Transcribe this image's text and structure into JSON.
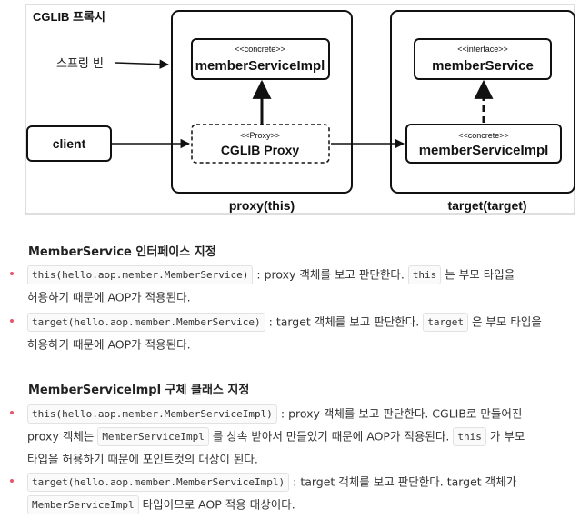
{
  "diagram": {
    "frame_title": "CGLIB 프록시",
    "spring_bean_label": "스프링 빈",
    "client_label": "client",
    "proxy_box": {
      "stereotype": "<<Proxy>>",
      "name": "CGLIB Proxy"
    },
    "concrete_box_top": {
      "stereotype": "<<concrete>>",
      "name": "memberServiceImpl"
    },
    "proxy_container_label": "proxy(this)",
    "interface_box": {
      "stereotype": "<<interface>>",
      "name": "memberService"
    },
    "target_impl_box": {
      "stereotype": "<<concrete>>",
      "name": "memberServiceImpl"
    },
    "target_container_label": "target(target)"
  },
  "sections": [
    {
      "heading": "MemberService 인터페이스 지정",
      "bullets": [
        {
          "line1": [
            {
              "code": "this(hello.aop.member.MemberService)"
            },
            {
              "text": " : proxy 객체를 보고 판단한다. "
            },
            {
              "code": "this"
            },
            {
              "text": " 는 부모 타입을"
            }
          ],
          "line2": [
            {
              "text": "허용하기 때문에 AOP가 적용된다."
            }
          ]
        },
        {
          "line1": [
            {
              "code": "target(hello.aop.member.MemberService)"
            },
            {
              "text": " : target 객체를 보고 판단한다. "
            },
            {
              "code": "target"
            },
            {
              "text": " 은 부모 타입을"
            }
          ],
          "line2": [
            {
              "text": "허용하기 때문에 AOP가 적용된다."
            }
          ]
        }
      ]
    },
    {
      "heading": "MemberServiceImpl 구체 클래스 지정",
      "bullets": [
        {
          "line1": [
            {
              "code": "this(hello.aop.member.MemberServiceImpl)"
            },
            {
              "text": " : proxy 객체를 보고 판단한다. CGLIB로 만들어진"
            }
          ],
          "line2": [
            {
              "text": "proxy 객체는 "
            },
            {
              "code": "MemberServiceImpl"
            },
            {
              "text": " 를 상속 받아서 만들었기 때문에 AOP가 적용된다. "
            },
            {
              "code": "this"
            },
            {
              "text": " 가 부모"
            }
          ],
          "line3": [
            {
              "text": "타입을 허용하기 때문에 포인트컷의 대상이 된다."
            }
          ]
        },
        {
          "line1": [
            {
              "code": "target(hello.aop.member.MemberServiceImpl)"
            },
            {
              "text": " : target 객체를 보고 판단한다. target 객체가"
            }
          ],
          "line2": [
            {
              "code": "MemberServiceImpl"
            },
            {
              "text": " 타입이므로 AOP 적용 대상이다."
            }
          ]
        }
      ]
    }
  ]
}
